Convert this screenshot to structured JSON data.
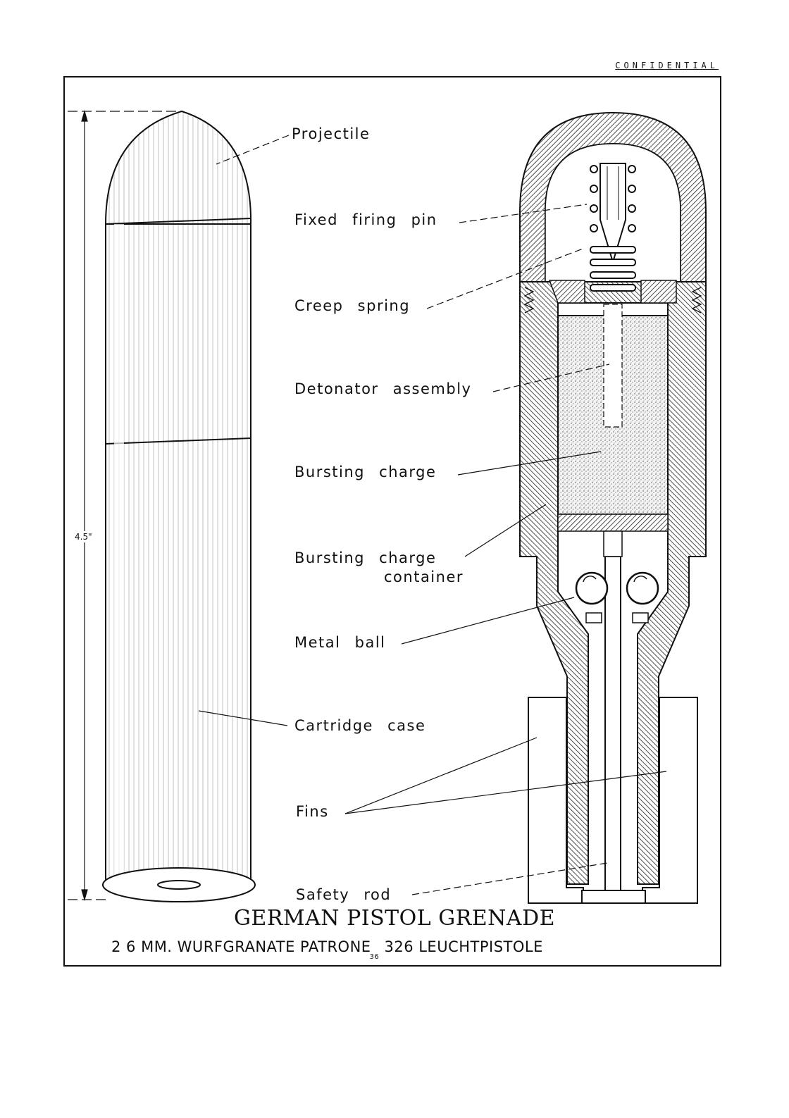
{
  "header": {
    "stamp": "CONFIDENTIAL"
  },
  "dimension": {
    "length": "4.5\""
  },
  "labels": {
    "projectile": "Projectile",
    "fixed_firing_pin": "Fixed firing pin",
    "creep_spring": "Creep spring",
    "detonator_assembly": "Detonator assembly",
    "bursting_charge": "Bursting charge",
    "bursting_charge_container_1": "Bursting charge",
    "bursting_charge_container_2": "container",
    "metal_ball": "Metal ball",
    "cartridge_case": "Cartridge case",
    "fins": "Fins",
    "safety_rod": "Safety rod"
  },
  "title": "GERMAN PISTOL GRENADE",
  "subtitle": {
    "main": "2 6 MM. WURFGRANATE PATRONE",
    "sub": "36",
    "rest": "326 LEUCHTPISTOLE"
  }
}
